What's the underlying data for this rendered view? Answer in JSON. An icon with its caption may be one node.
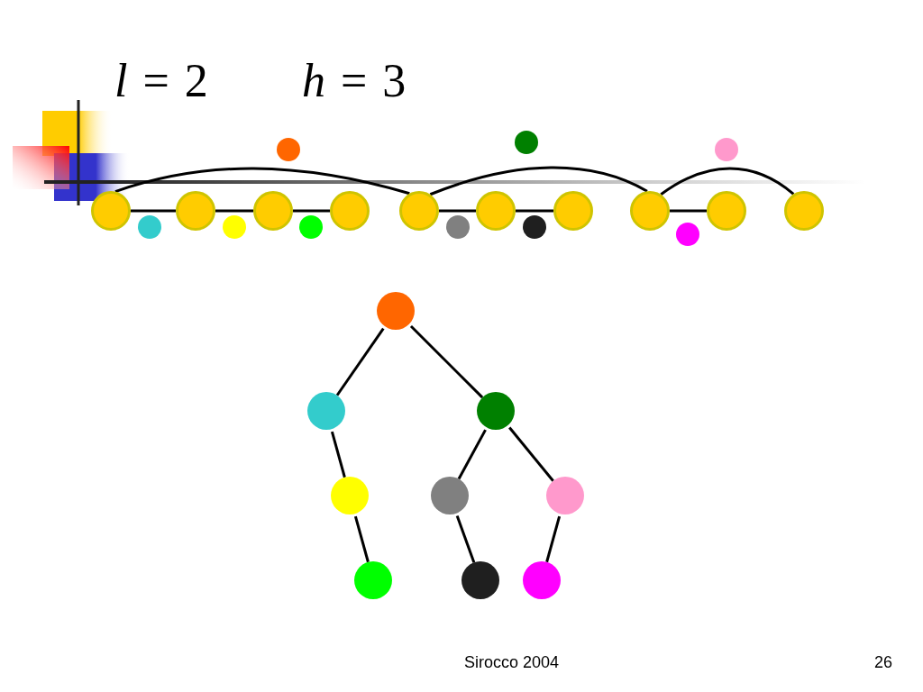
{
  "diagram": {
    "nodes": [
      {
        "text": [],
        "shape": "circle"
      },
      {
        "text": [],
        "shape": "circle"
      },
      {
        "text": [],
        "shape": "circle"
      },
      {
        "text": [],
        "shape": "circle"
      },
      {
        "text": [],
        "shape": "circle"
      },
      {
        "text": [],
        "shape": "circle"
      },
      {
        "text": [],
        "shape": "circle"
      },
      {
        "text": [],
        "shape": "circle"
      },
      {
        "text": [],
        "shape": "circle"
      },
      {
        "text": [],
        "shape": "circle"
      },
      {
        "text": [],
        "shape": "circle"
      },
      {
        "text": [],
        "shape": "circle"
      },
      {
        "text": [],
        "shape": "circle"
      },
      {
        "text": [],
        "shape": "circle"
      },
      {
        "text": [],
        "shape": "circle"
      },
      {
        "text": [],
        "shape": "circle"
      },
      {
        "text": [],
        "shape": "circle"
      },
      {
        "text": [],
        "shape": "circle"
      },
      {
        "text": [],
        "shape": "circle"
      },
      {
        "text": [],
        "shape": "circle"
      },
      {
        "text": [],
        "shape": "circle"
      },
      {
        "text": [],
        "shape": "circle"
      },
      {
        "text": [],
        "shape": "circle"
      },
      {
        "text": [],
        "shape": "circle"
      },
      {
        "text": [],
        "shape": "circle"
      },
      {
        "text": [],
        "shape": "circle"
      },
      {
        "text": [],
        "shape": "circle"
      },
      {
        "text": [],
        "shape": "circle"
      }
    ],
    "edges": [
      {
        "from": 0,
        "to": 1,
        "arrow": "none"
      },
      {
        "from": 1,
        "to": 2,
        "arrow": "none"
      },
      {
        "from": 2,
        "to": 3,
        "arrow": "none"
      },
      {
        "from": 4,
        "to": 5,
        "arrow": "none"
      },
      {
        "from": 5,
        "to": 6,
        "arrow": "none"
      },
      {
        "from": 7,
        "to": 8,
        "arrow": "none"
      },
      {
        "from": 0,
        "to": 4,
        "arrow": "none"
      },
      {
        "from": 4,
        "to": 7,
        "arrow": "none"
      },
      {
        "from": 7,
        "to": 9,
        "arrow": "none"
      },
      {
        "from": 19,
        "to": 20,
        "arrow": "none"
      },
      {
        "from": 19,
        "to": 21,
        "arrow": "none"
      },
      {
        "from": 20,
        "to": 22,
        "arrow": "none"
      },
      {
        "from": 21,
        "to": 23,
        "arrow": "none"
      },
      {
        "from": 21,
        "to": 24,
        "arrow": "none"
      },
      {
        "from": 22,
        "to": 25,
        "arrow": "none"
      },
      {
        "from": 23,
        "to": 26,
        "arrow": "none"
      },
      {
        "from": 24,
        "to": 27,
        "arrow": "none"
      }
    ],
    "labels": [
      "*l* = 2",
      "*h* = 3",
      "Sirocco 2004",
      "26"
    ]
  }
}
